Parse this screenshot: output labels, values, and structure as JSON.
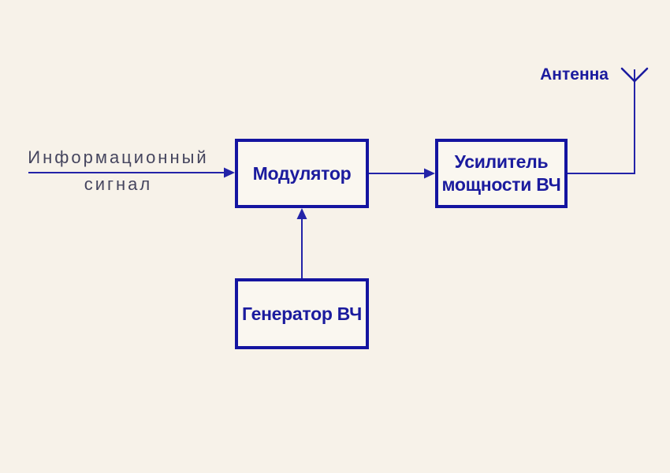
{
  "colors": {
    "background": "#f7f2e9",
    "wire": "#2323a8",
    "box_border": "#1414a0",
    "box_fill": "#faf7f0",
    "box_label": "#1b1b9e",
    "signal_text": "#45455e"
  },
  "diagram": {
    "input_signal": {
      "line1": "Информационный",
      "line2": "сигнал"
    },
    "blocks": {
      "modulator": {
        "label": "Модулятор"
      },
      "amplifier": {
        "label_line1": "Усилитель",
        "label_line2": "мощности ВЧ"
      },
      "generator": {
        "label": "Генератор ВЧ"
      }
    },
    "antenna": {
      "label": "Антенна"
    }
  }
}
